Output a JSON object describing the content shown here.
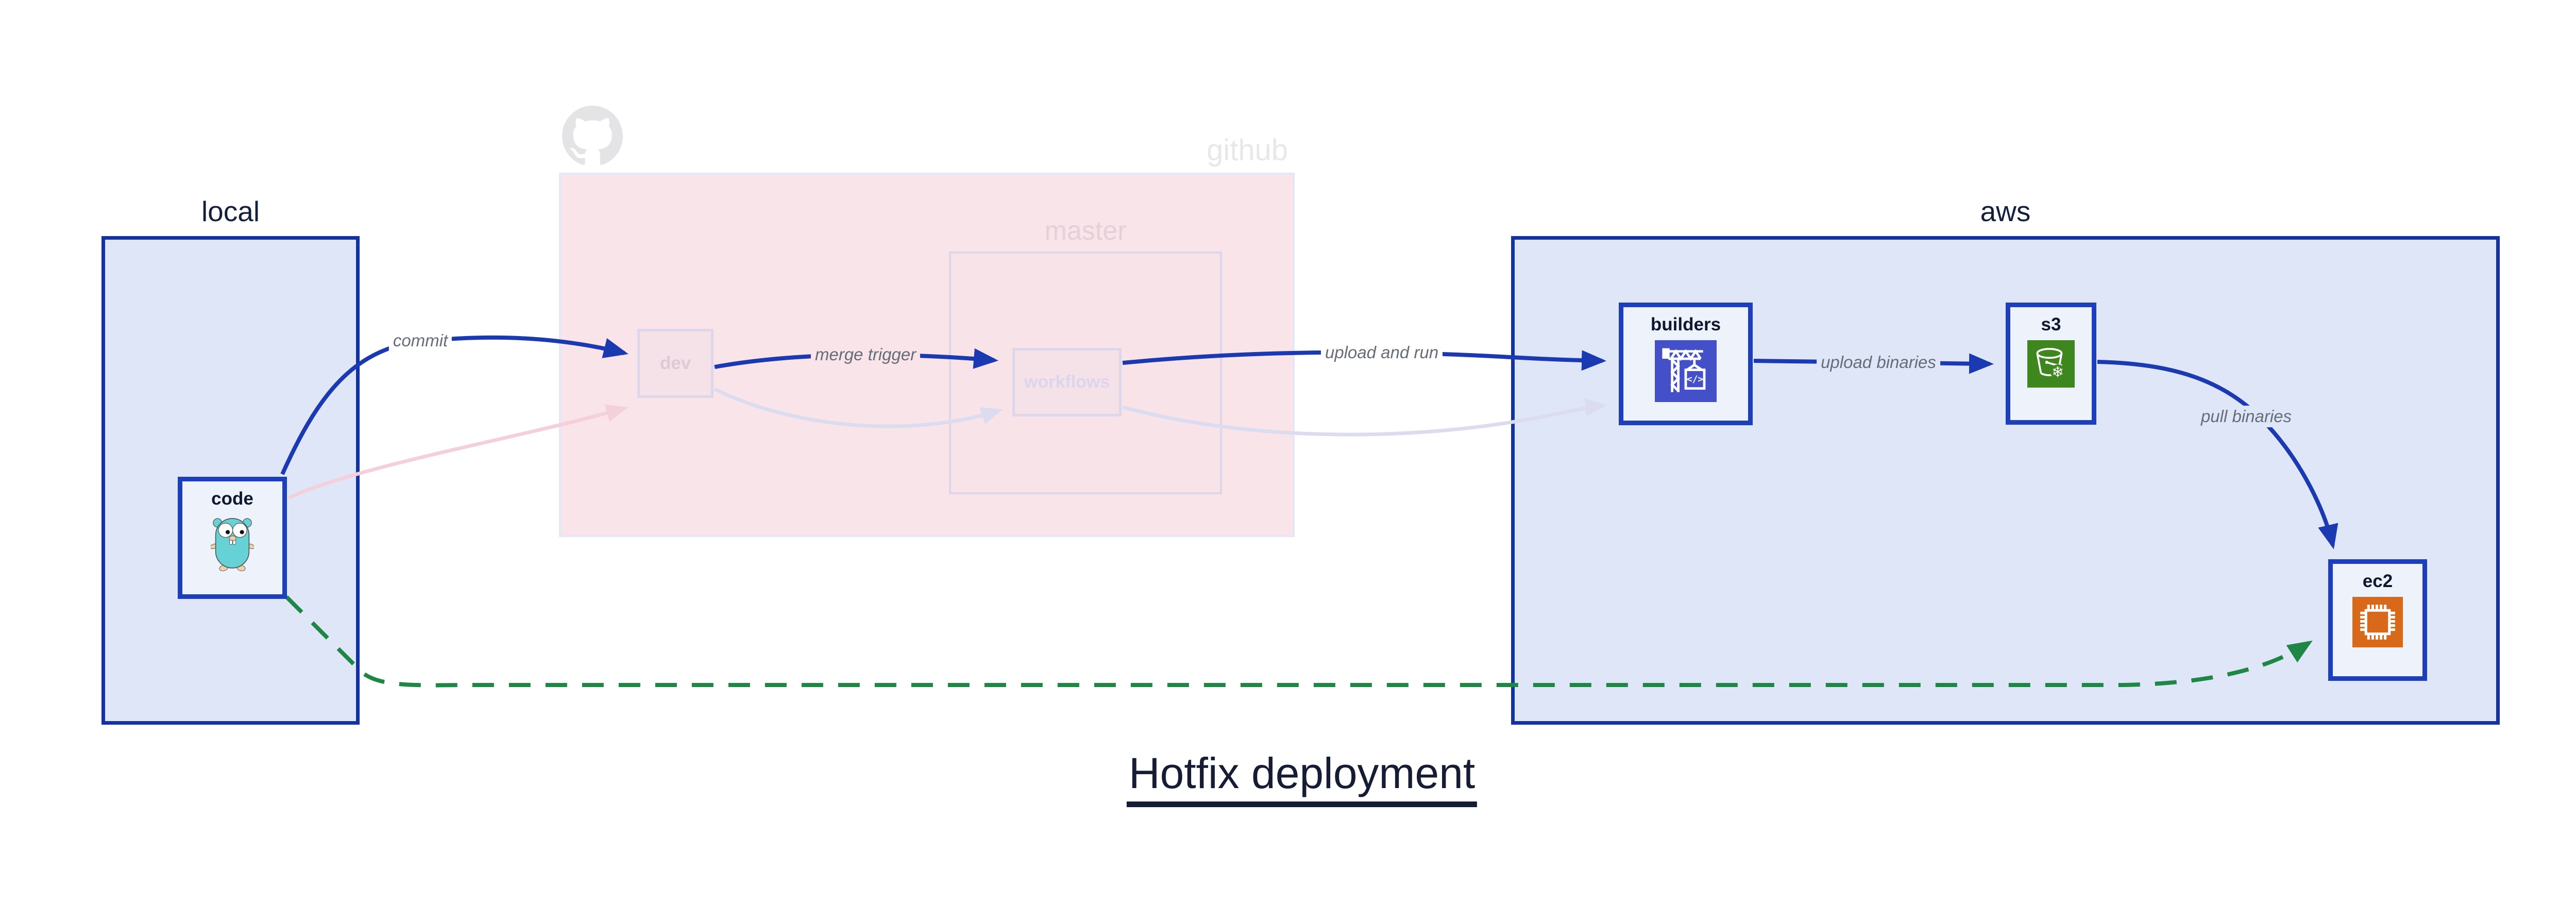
{
  "title": {
    "text": "Hotfix deployment"
  },
  "groups": {
    "local": {
      "label": "local"
    },
    "github": {
      "label": "github"
    },
    "master": {
      "label": "master"
    },
    "aws": {
      "label": "aws"
    }
  },
  "nodes": {
    "code": {
      "label": "code",
      "group": "local",
      "icon": "go-gopher-icon",
      "state": "highlighted"
    },
    "dev": {
      "label": "dev",
      "group": "github",
      "icon": "",
      "state": "faded"
    },
    "workflows": {
      "label": "workflows",
      "group": "master",
      "icon": "",
      "state": "faded"
    },
    "builders": {
      "label": "builders",
      "group": "aws",
      "icon": "codebuild-crane-icon",
      "state": "highlighted"
    },
    "s3": {
      "label": "s3",
      "group": "aws",
      "icon": "s3-bucket-icon",
      "state": "highlighted"
    },
    "ec2": {
      "label": "ec2",
      "group": "aws",
      "icon": "ec2-chip-icon",
      "state": "highlighted"
    }
  },
  "edges": [
    {
      "label": "commit",
      "from": "code",
      "to": "dev",
      "style": "solid-blue"
    },
    {
      "label": "merge trigger",
      "from": "dev",
      "to": "workflows",
      "style": "solid-blue"
    },
    {
      "label": "upload and run",
      "from": "workflows",
      "to": "builders",
      "style": "solid-blue"
    },
    {
      "label": "upload binaries",
      "from": "builders",
      "to": "s3",
      "style": "solid-blue"
    },
    {
      "label": "pull binaries",
      "from": "s3",
      "to": "ec2",
      "style": "solid-blue"
    },
    {
      "label": "",
      "from": "code",
      "to": "ec2",
      "style": "dashed-green"
    },
    {
      "label": "",
      "from": "code",
      "to": "dev",
      "style": "faded-pink"
    },
    {
      "label": "",
      "from": "dev",
      "to": "workflows",
      "style": "faded-lavender"
    },
    {
      "label": "",
      "from": "workflows",
      "to": "builders",
      "style": "faded-lavender"
    }
  ],
  "colors": {
    "box_border_blue": "#14339e",
    "box_fill_blue": "#dfe6f8",
    "node_border_blue": "#1d3fbc",
    "node_fill": "#eef2fb",
    "arrow_blue": "#1b3ab1",
    "arrow_green": "#1e8745",
    "github_fill_pink": "#f8e4e9",
    "faded_border_lavender": "#dcd7ea",
    "faded_curve_pink": "#f3d0da",
    "faded_curve_lavender": "#dcdcf0",
    "edge_label_gray": "#666d78",
    "codebuild_indigo": "#4450c8",
    "s3_green": "#3e871f",
    "ec2_orange": "#d8691b",
    "gopher_teal": "#66d2d6",
    "github_logo_gray": "#e4e4e6",
    "title_navy": "#161c34"
  }
}
